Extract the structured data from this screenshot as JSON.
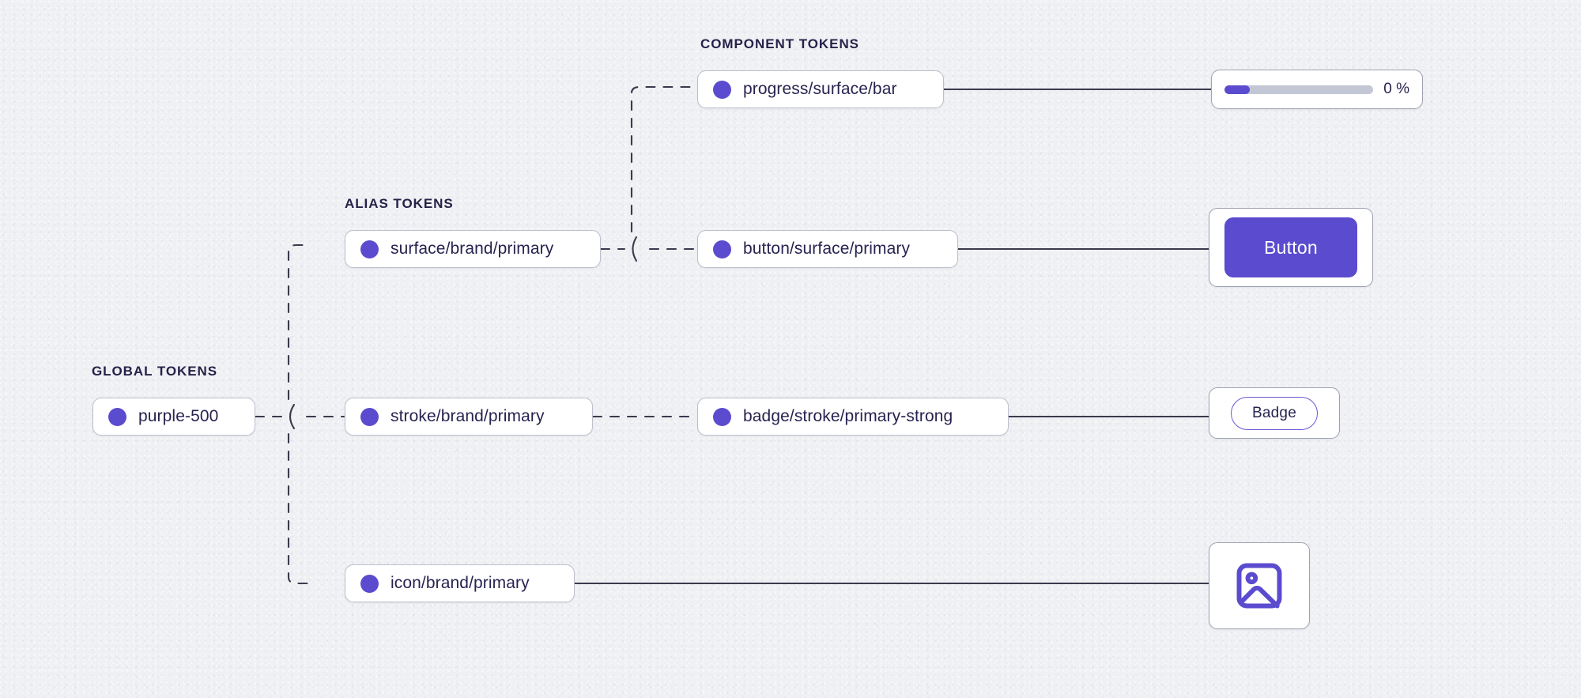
{
  "canvas": {
    "background": "#eff0f3",
    "accent": "#5b4bcf",
    "text_color": "#272350",
    "connector_color": "#3b3a4d"
  },
  "groups": {
    "global": {
      "caption": "GLOBAL TOKENS"
    },
    "alias": {
      "caption": "ALIAS TOKENS"
    },
    "component": {
      "caption": "COMPONENT TOKENS"
    }
  },
  "nodes": {
    "global_purple": {
      "label": "purple-500",
      "swatch": "#5b4bcf"
    },
    "alias_surface": {
      "label": "surface/brand/primary",
      "swatch": "#5b4bcf"
    },
    "alias_stroke": {
      "label": "stroke/brand/primary",
      "swatch": "#5b4bcf"
    },
    "alias_icon": {
      "label": "icon/brand/primary",
      "swatch": "#5b4bcf"
    },
    "component_progress": {
      "label": "progress/surface/bar",
      "swatch": "#5b4bcf"
    },
    "component_button": {
      "label": "button/surface/primary",
      "swatch": "#5b4bcf"
    },
    "component_badge": {
      "label": "badge/stroke/primary-strong",
      "swatch": "#5b4bcf"
    }
  },
  "previews": {
    "progress": {
      "percent_label": "0 %",
      "fill_percent": 17,
      "track_color": "#c3c6d5",
      "fill_color": "#5b4bcf"
    },
    "button": {
      "label": "Button",
      "surface_color": "#5b4bcf",
      "text_color": "#ffffff"
    },
    "badge": {
      "label": "Badge",
      "stroke_color": "#6a5ad6",
      "text_color": "#272350"
    },
    "icon": {
      "name": "image-icon",
      "color": "#5b4bcf"
    }
  }
}
